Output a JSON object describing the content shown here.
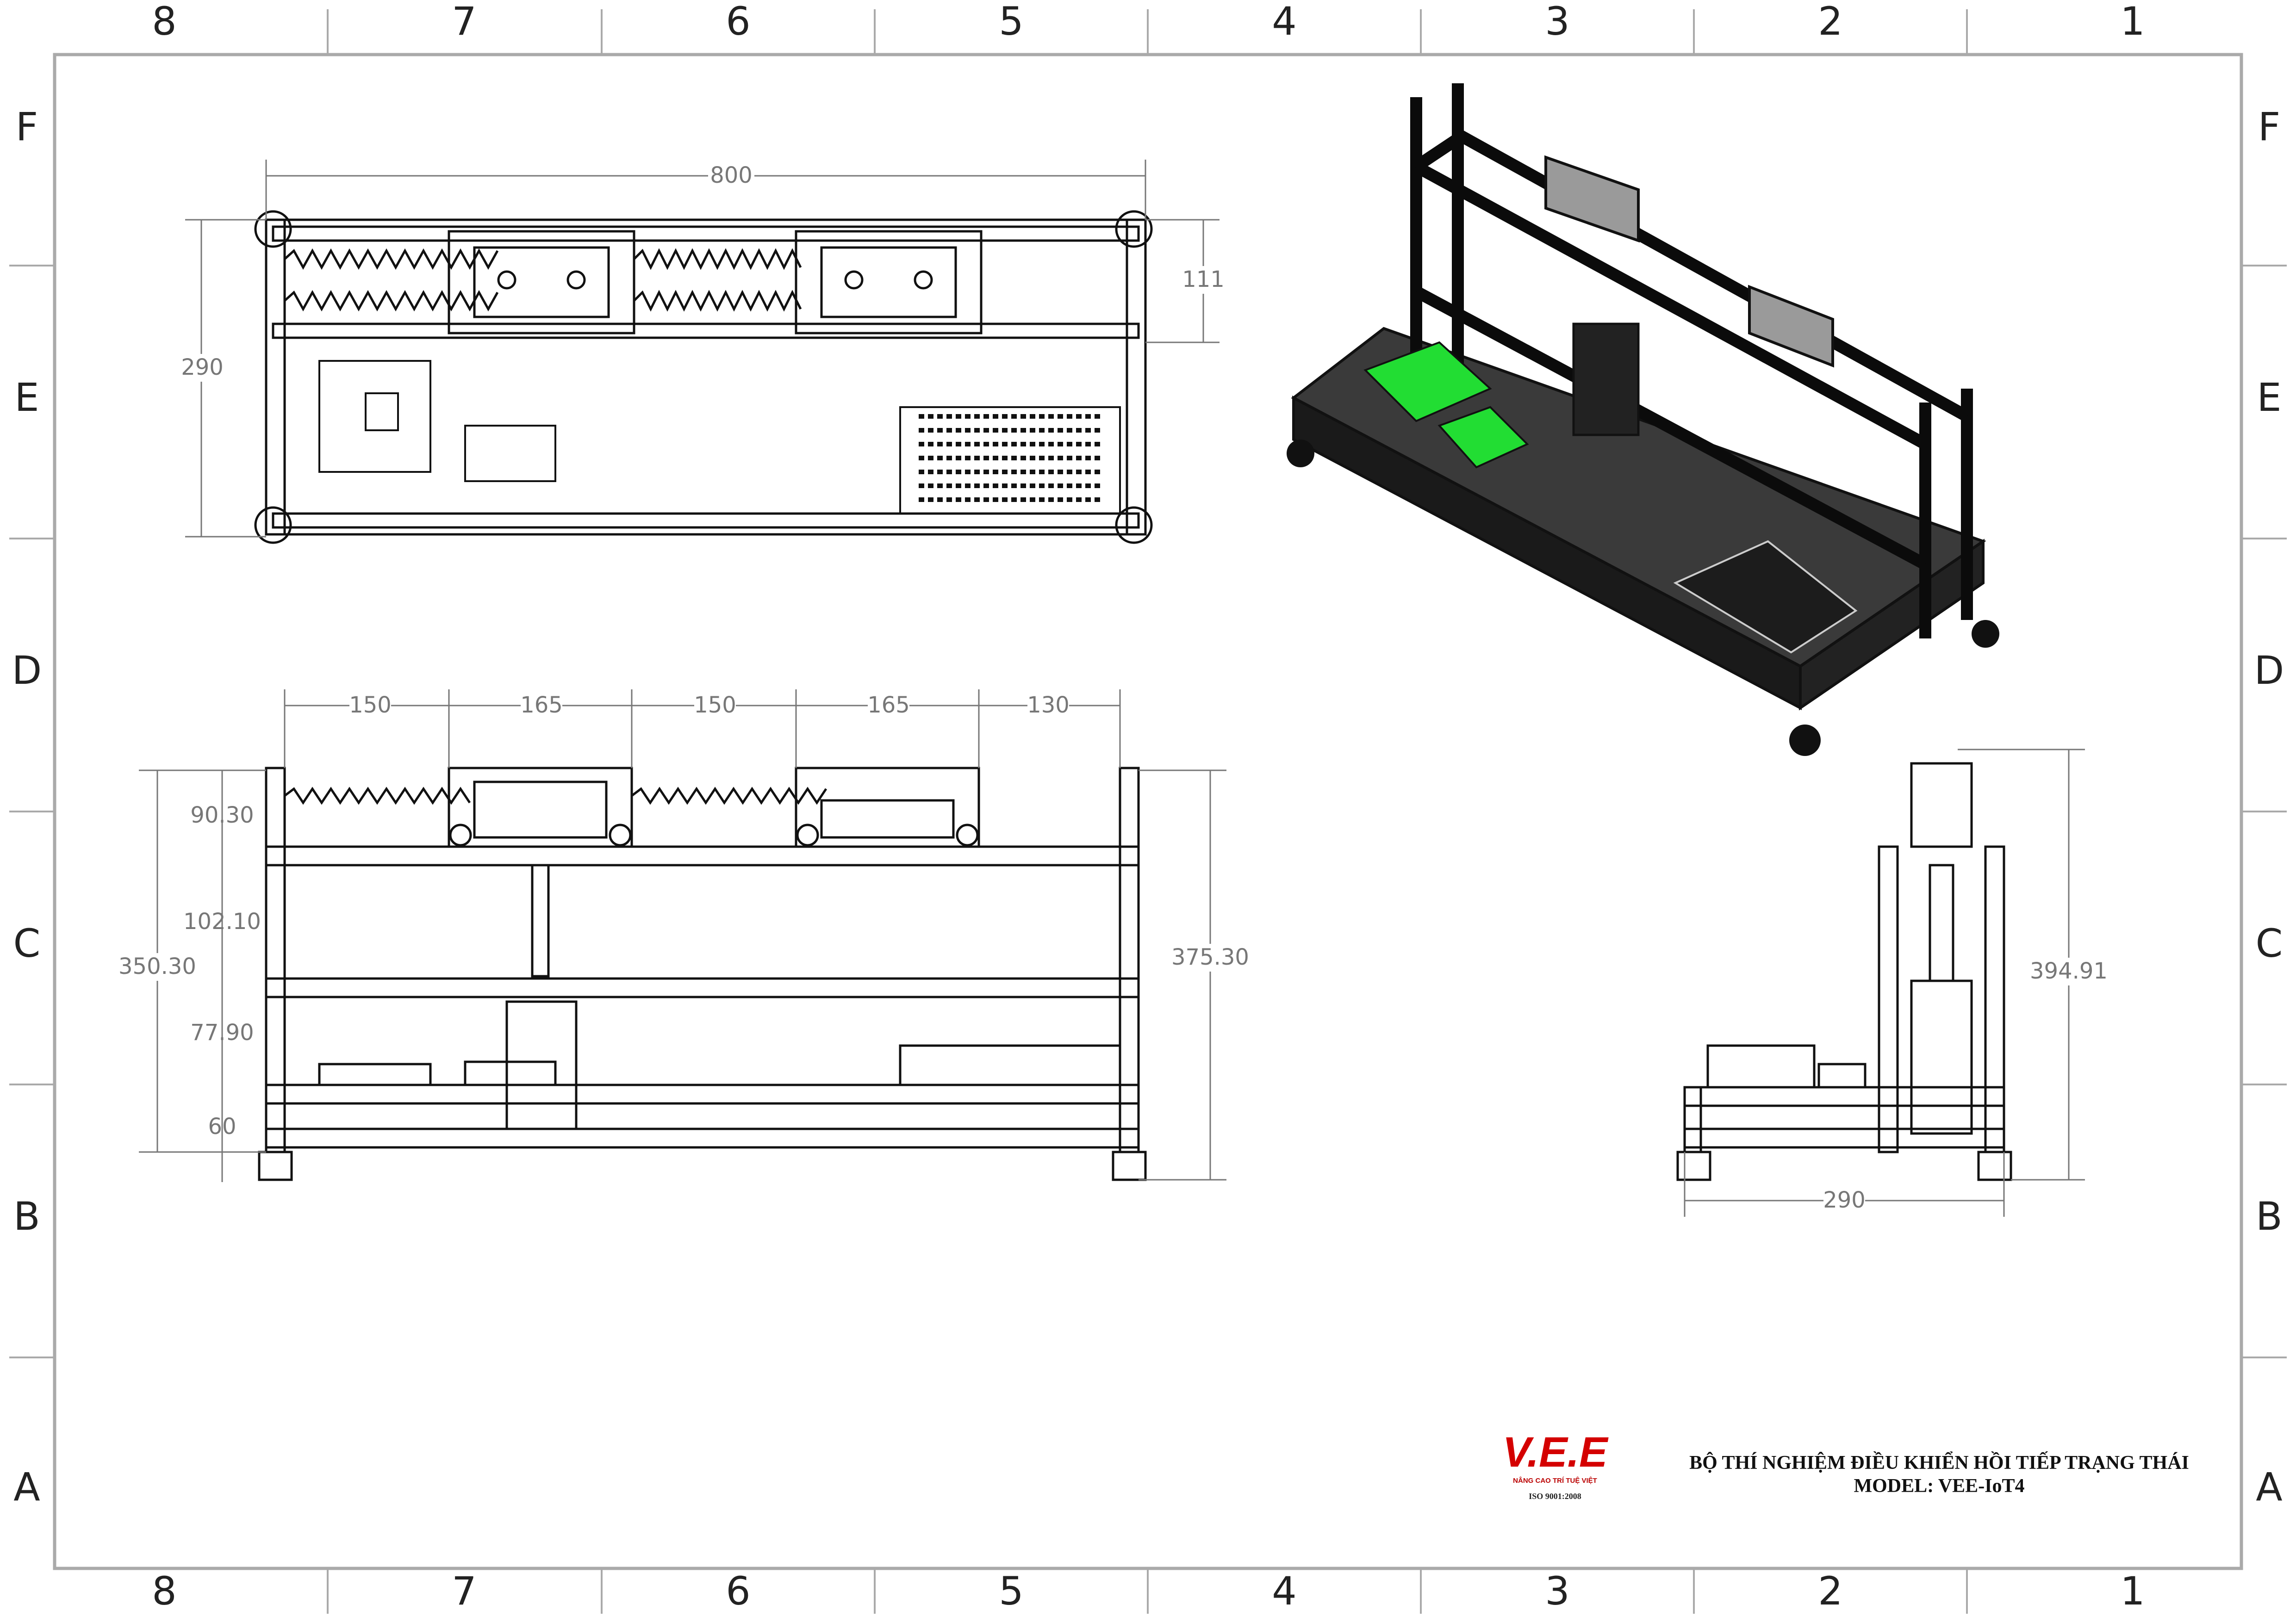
{
  "sheet": {
    "zones_top": [
      "8",
      "7",
      "6",
      "5",
      "4",
      "3",
      "2",
      "1"
    ],
    "zones_bottom": [
      "8",
      "7",
      "6",
      "5",
      "4",
      "3",
      "2",
      "1"
    ],
    "zones_left": [
      "F",
      "E",
      "D",
      "C",
      "B",
      "A"
    ],
    "zones_right": [
      "F",
      "E",
      "D",
      "C",
      "B",
      "A"
    ]
  },
  "top_view": {
    "width": "800",
    "depth": "290",
    "carriage_depth": "111"
  },
  "front_view": {
    "spacing": [
      "150",
      "165",
      "150",
      "165",
      "130"
    ],
    "overall_height": "350.30",
    "total_height": "375.30",
    "levels": [
      "90.30",
      "102.10",
      "77.90",
      "60"
    ]
  },
  "side_view": {
    "height": "394.91",
    "depth": "290"
  },
  "title_block": {
    "logo_text": "V.E.E",
    "logo_subtitle": "NÂNG CAO TRÍ TUỆ VIỆT",
    "iso": "ISO 9001:2008",
    "title": "BỘ THÍ NGHIỆM ĐIỀU KHIỂN HỒI TIẾP TRẠNG THÁI",
    "model": "MODEL: VEE-IoT4"
  },
  "colors": {
    "pcb": "#22dd33",
    "frame": "#111111",
    "dim": "#777777",
    "logo": "#d40000"
  }
}
